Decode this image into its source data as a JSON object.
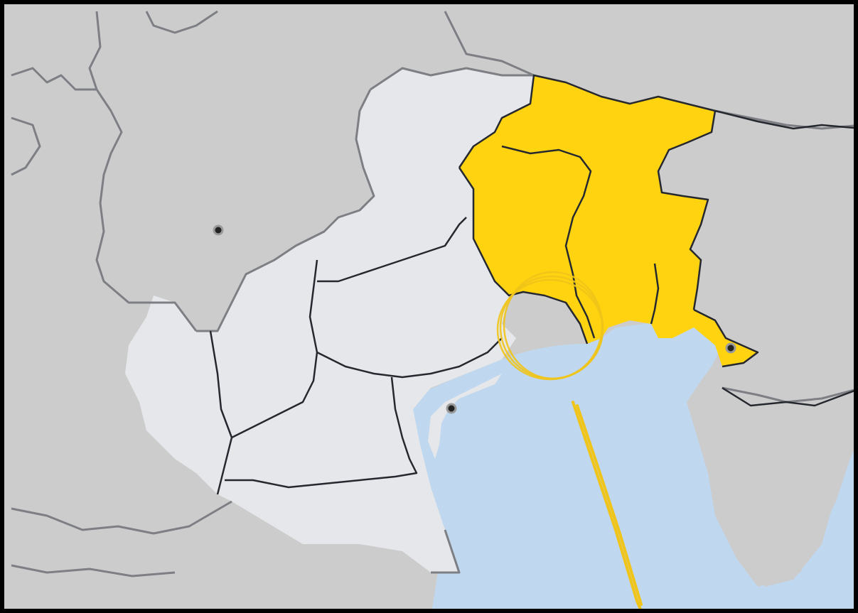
{
  "map": {
    "colors": {
      "land_outer": "#cccccd",
      "region_light": "#e6e7ea",
      "region_highlight": "#ffd30f",
      "sea": "#bfd8ef",
      "border_light": "#7d7f85",
      "border_dark": "#25282e",
      "annotation": "#f0c419",
      "frame": "#000000",
      "city_dot": "#222222"
    },
    "legend": [],
    "markers": [
      {
        "name": "city-marker-west"
      },
      {
        "name": "city-marker-venice"
      },
      {
        "name": "city-marker-trieste"
      }
    ],
    "annotations": [
      {
        "type": "circle",
        "name": "annotation-circle"
      },
      {
        "type": "line",
        "name": "annotation-pointer-line"
      }
    ]
  }
}
